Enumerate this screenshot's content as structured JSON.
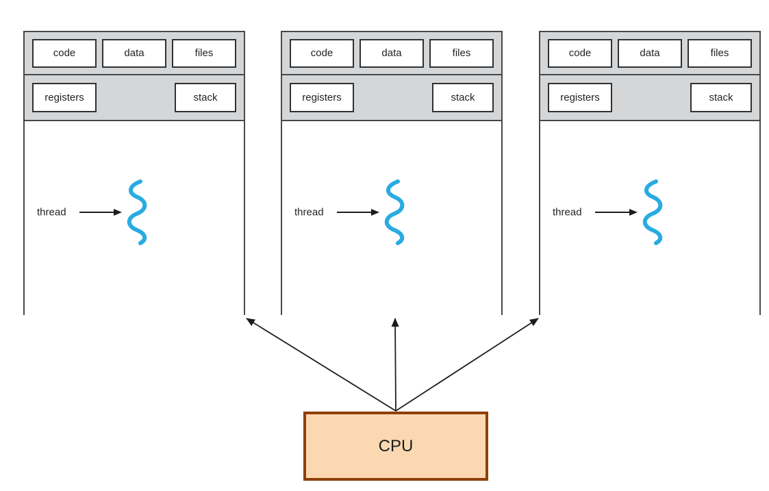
{
  "colors": {
    "background": "#ffffff",
    "band_gray": "#d5d6d8",
    "process_border": "#47484a",
    "inner_box_border": "#2f3032",
    "label_text": "#231f20",
    "thread_blue": "#29abe2",
    "arrow_black": "#1c1c1c",
    "cpu_fill": "#fbd8b2",
    "cpu_border": "#8e4006"
  },
  "icons": {
    "thread_squiggle": "blue wavy vertical squiggle representing a thread",
    "thread_pointer": "small right-pointing black arrow",
    "cpu_connector": "black arrow from CPU to process"
  },
  "processes": [
    {
      "code_label": "code",
      "data_label": "data",
      "files_label": "files",
      "registers_label": "registers",
      "stack_label": "stack",
      "thread_label": "thread"
    },
    {
      "code_label": "code",
      "data_label": "data",
      "files_label": "files",
      "registers_label": "registers",
      "stack_label": "stack",
      "thread_label": "thread"
    },
    {
      "code_label": "code",
      "data_label": "data",
      "files_label": "files",
      "registers_label": "registers",
      "stack_label": "stack",
      "thread_label": "thread"
    }
  ],
  "cpu": {
    "label": "CPU"
  }
}
